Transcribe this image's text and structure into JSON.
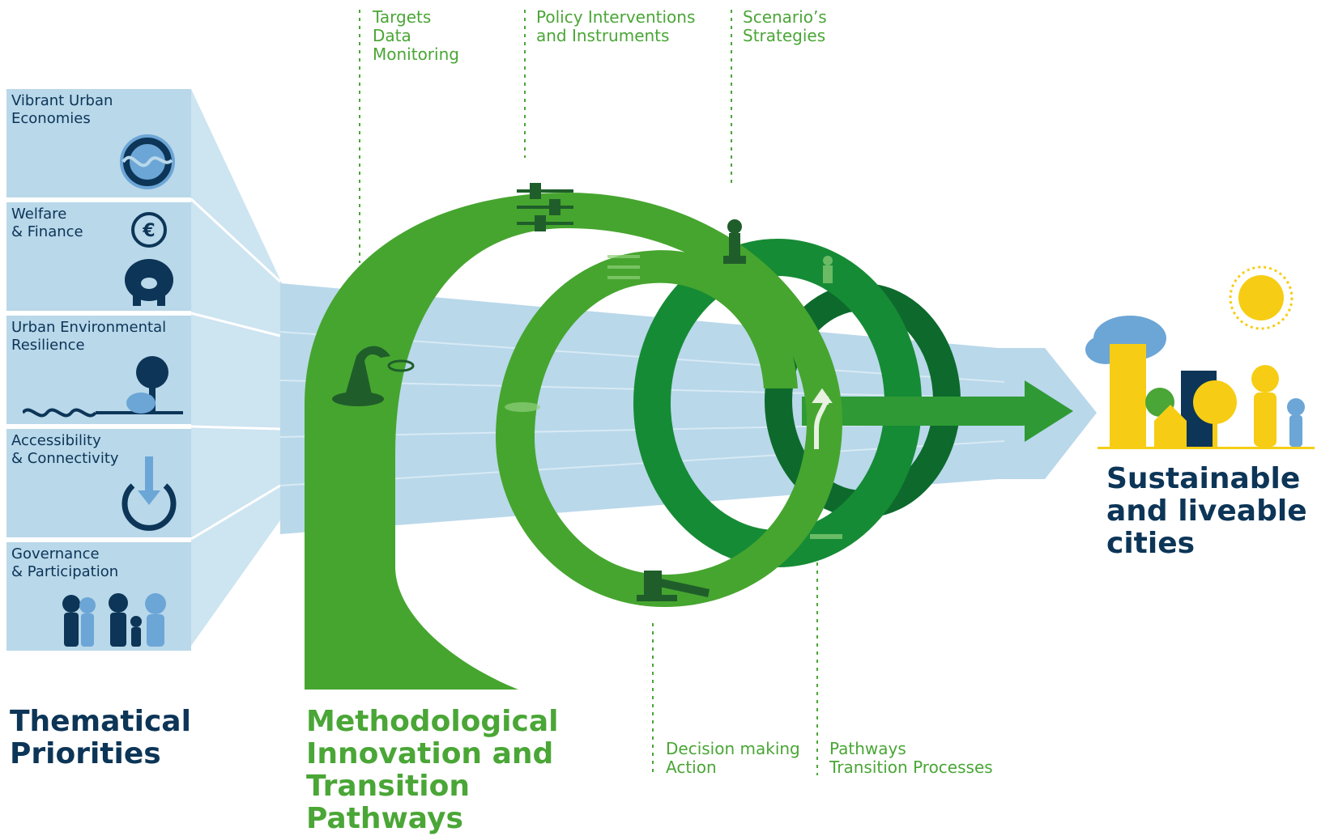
{
  "top_labels": [
    {
      "id": "targets",
      "text": "Targets\nData\nMonitoring"
    },
    {
      "id": "policy",
      "text": "Policy Interventions\nand Instruments"
    },
    {
      "id": "scenarios",
      "text": "Scenario’s\nStrategies"
    }
  ],
  "bottom_labels": [
    {
      "id": "decision",
      "text": "Decision making\nAction"
    },
    {
      "id": "pathways",
      "text": "Pathways\nTransition Processes"
    }
  ],
  "priorities": [
    {
      "label": "Vibrant Urban\nEconomies",
      "icon": "economy-wave-icon"
    },
    {
      "label": "Welfare\n& Finance",
      "icon": "euro-piggy-bank-icon"
    },
    {
      "label": "Urban Environmental\nResilience",
      "icon": "tree-landscape-icon"
    },
    {
      "label": "Accessibility\n& Connectivity",
      "icon": "power-arrow-icon"
    },
    {
      "label": "Governance\n& Participation",
      "icon": "people-group-icon"
    }
  ],
  "headings": {
    "thematical": "Thematical\nPriorities",
    "methodological": "Methodological\nInnovation and\nTransition\nPathways",
    "outcome": "Sustainable\nand liveable\ncities"
  },
  "colors": {
    "navy": "#0c3557",
    "green": "#4aa636",
    "ring_mid": "#168b35",
    "ring_dark": "#0d6a2c",
    "light_blue": "#b9d8ea",
    "yellow": "#f6cd14"
  }
}
